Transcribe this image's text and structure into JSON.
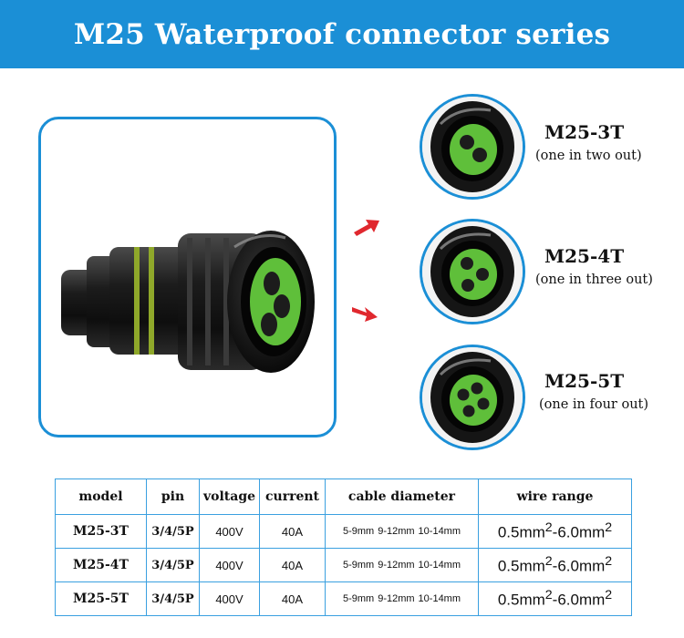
{
  "banner": {
    "title": "M25 Waterproof connector series"
  },
  "variants": [
    {
      "name": "M25-3T",
      "desc": "(one in two out)",
      "holes": 2
    },
    {
      "name": "M25-4T",
      "desc": "(one in three out)",
      "holes": 3
    },
    {
      "name": "M25-5T",
      "desc": "(one in four out)",
      "holes": 4
    }
  ],
  "colors": {
    "accent": "#1b8fd6",
    "insert_green": "#5fbf3a",
    "arrow_red": "#e0282e",
    "body_black": "#1a1a1a"
  },
  "icons": [
    "connector-photo",
    "red-arrow-icon"
  ],
  "table": {
    "headers": [
      "model",
      "pin",
      "voltage",
      "current",
      "cable diameter",
      "wire range"
    ],
    "rows": [
      {
        "model": "M25-3T",
        "pin": "3/4/5P",
        "voltage": "400V",
        "current": "40A",
        "cable": [
          "5-9mm",
          "9-12mm",
          "10-14mm"
        ],
        "wire_a": "0.5mm",
        "wire_b": "-6.0mm",
        "sup": "2"
      },
      {
        "model": "M25-4T",
        "pin": "3/4/5P",
        "voltage": "400V",
        "current": "40A",
        "cable": [
          "5-9mm",
          "9-12mm",
          "10-14mm"
        ],
        "wire_a": "0.5mm",
        "wire_b": "-6.0mm",
        "sup": "2"
      },
      {
        "model": "M25-5T",
        "pin": "3/4/5P",
        "voltage": "400V",
        "current": "40A",
        "cable": [
          "5-9mm",
          "9-12mm",
          "10-14mm"
        ],
        "wire_a": "0.5mm",
        "wire_b": "-6.0mm",
        "sup": "2"
      }
    ]
  }
}
